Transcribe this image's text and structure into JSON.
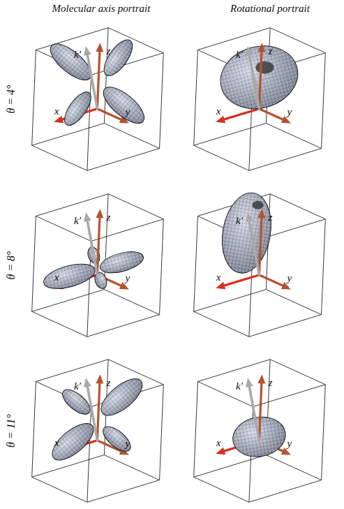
{
  "diagram": {
    "labels": [
      "Molecular axis portrait",
      "Rotational portrait",
      "θ = 4°",
      "k′",
      "z",
      "x",
      "y",
      "k′",
      "z",
      "x",
      "y",
      "θ = 8°",
      "k′",
      "z",
      "x",
      "y",
      "k′",
      "z",
      "x",
      "y",
      "θ = 11°",
      "k′",
      "z",
      "x",
      "y",
      "k′",
      "z",
      "x",
      "y"
    ]
  }
}
